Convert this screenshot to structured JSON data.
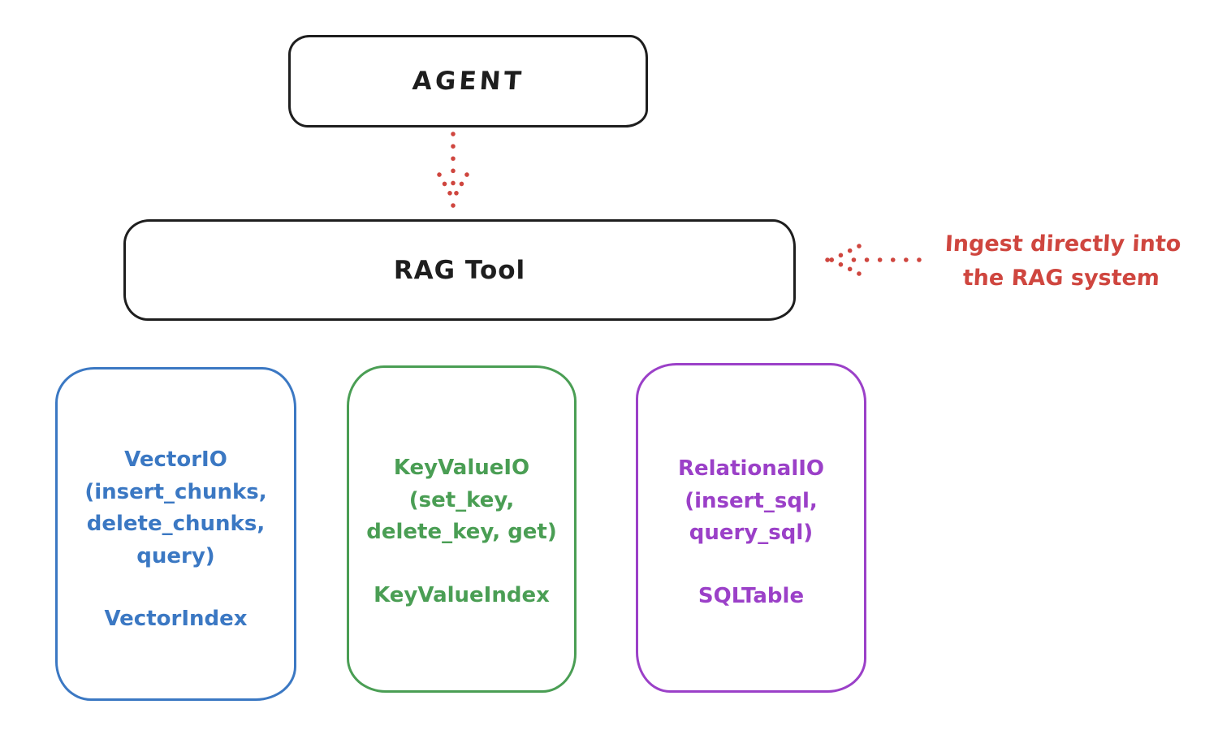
{
  "diagram": {
    "nodes": {
      "agent": {
        "label": "AGENT"
      },
      "rag_tool": {
        "label": "RAG Tool"
      },
      "vector_io": {
        "io_label": "VectorIO\n(insert_chunks,\ndelete_chunks,\nquery)",
        "index_label": "VectorIndex",
        "color": "#3b78c3"
      },
      "key_value_io": {
        "io_label": "KeyValueIO\n(set_key,\ndelete_key, get)",
        "index_label": "KeyValueIndex",
        "color": "#4a9e54"
      },
      "relational_io": {
        "io_label": "RelationalIO\n(insert_sql,\nquery_sql)",
        "index_label": "SQLTable",
        "color": "#9b40c8"
      }
    },
    "annotation": {
      "text": "Ingest directly into\nthe RAG system",
      "color": "#cf463f"
    },
    "edges": [
      {
        "from": "agent",
        "to": "rag_tool",
        "style": "dotted",
        "color": "#cf463f"
      },
      {
        "from": "annotation",
        "to": "rag_tool",
        "style": "dotted",
        "color": "#cf463f"
      }
    ],
    "colors": {
      "ink": "#1e1e1e",
      "red": "#cf463f",
      "blue": "#3b78c3",
      "green": "#4a9e54",
      "purple": "#9b40c8",
      "background": "#ffffff"
    }
  }
}
